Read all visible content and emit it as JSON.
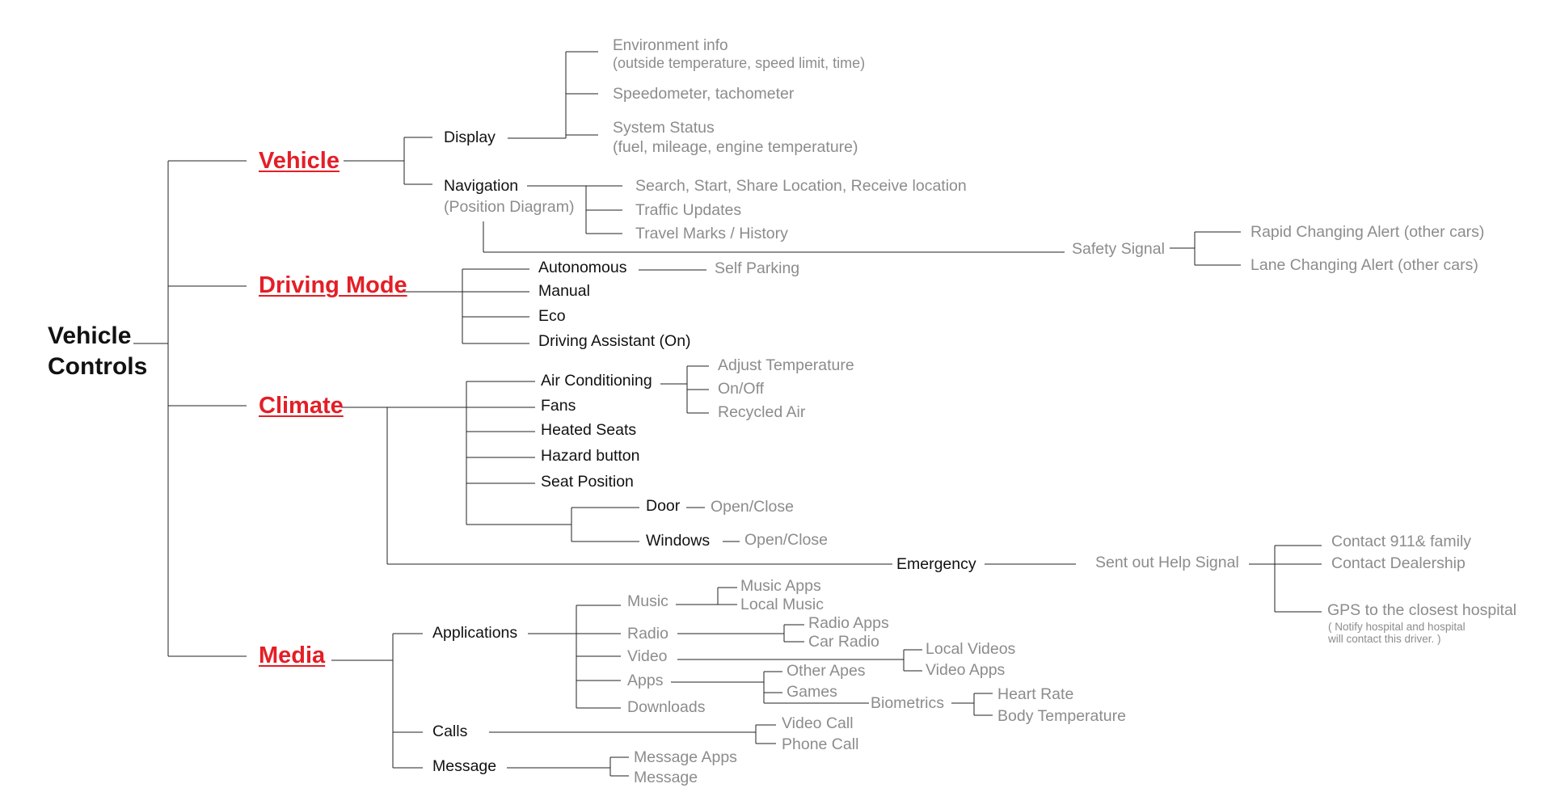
{
  "colors": {
    "category": "#e41e26",
    "text": "#111111",
    "leaf": "#8c8c8c",
    "line": "#222222"
  },
  "root": {
    "line1": "Vehicle",
    "line2": "Controls"
  },
  "categories": {
    "vehicle": "Vehicle",
    "driving_mode": "Driving Mode",
    "climate": "Climate",
    "media": "Media"
  },
  "vehicle": {
    "display": "Display",
    "display_items": {
      "environment_1": "Environment info",
      "environment_2": "(outside temperature, speed limit, time)",
      "speedometer": "Speedometer, tachometer",
      "system_status_1": "System Status",
      "system_status_2": "(fuel, mileage, engine temperature)"
    },
    "navigation": "Navigation",
    "navigation_sub": "(Position Diagram)",
    "navigation_items": {
      "search": "Search, Start, Share Location, Receive location",
      "traffic": "Traffic Updates",
      "travel": "Travel Marks / History"
    },
    "safety_signal": "Safety Signal",
    "safety_items": {
      "rapid": "Rapid Changing Alert (other cars)",
      "lane": "Lane Changing Alert (other cars)"
    }
  },
  "driving_mode": {
    "autonomous": "Autonomous",
    "self_parking": "Self Parking",
    "manual": "Manual",
    "eco": "Eco",
    "assistant": "Driving Assistant (On)"
  },
  "climate": {
    "air_conditioning": "Air Conditioning",
    "ac_items": {
      "adjust": "Adjust Temperature",
      "onoff": "On/Off",
      "recycled": "Recycled Air"
    },
    "fans": "Fans",
    "heated_seats": "Heated Seats",
    "hazard": "Hazard button",
    "seat_position": "Seat Position",
    "door": "Door",
    "door_action": "Open/Close",
    "windows": "Windows",
    "windows_action": "Open/Close",
    "emergency": "Emergency",
    "help_signal": "Sent out Help Signal",
    "emergency_items": {
      "contact_911": "Contact 911& family",
      "dealership": "Contact Dealership",
      "gps": "GPS to the closest hospital",
      "gps_note_1": "( Notify hospital and hospital",
      "gps_note_2": "will contact this driver. )"
    }
  },
  "media": {
    "applications": "Applications",
    "music": "Music",
    "music_items": {
      "apps": "Music Apps",
      "local": "Local Music"
    },
    "radio": "Radio",
    "radio_items": {
      "apps": "Radio Apps",
      "car": "Car Radio"
    },
    "video": "Video",
    "video_items": {
      "local": "Local Videos",
      "apps": "Video Apps"
    },
    "apps": "Apps",
    "apps_items": {
      "other": "Other Apes",
      "games": "Games",
      "biometrics": "Biometrics"
    },
    "biometrics_items": {
      "heart": "Heart Rate",
      "body": "Body Temperature"
    },
    "downloads": "Downloads",
    "calls": "Calls",
    "calls_items": {
      "video": "Video Call",
      "phone": "Phone Call"
    },
    "message": "Message",
    "message_items": {
      "apps": "Message Apps",
      "message": "Message"
    }
  }
}
